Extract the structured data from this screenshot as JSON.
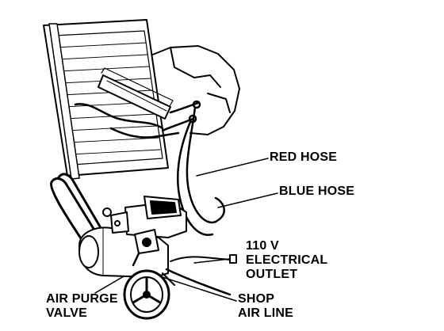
{
  "labels": {
    "red_hose": "RED HOSE",
    "blue_hose": "BLUE HOSE",
    "electrical_outlet": [
      "110 V",
      "ELECTRICAL",
      "OUTLET"
    ],
    "shop_air_line": [
      "SHOP",
      "AIR LINE"
    ],
    "air_purge_valve": [
      "AIR PURGE",
      "VALVE"
    ]
  },
  "colors": {
    "ink": "#000000",
    "paper": "#ffffff"
  }
}
